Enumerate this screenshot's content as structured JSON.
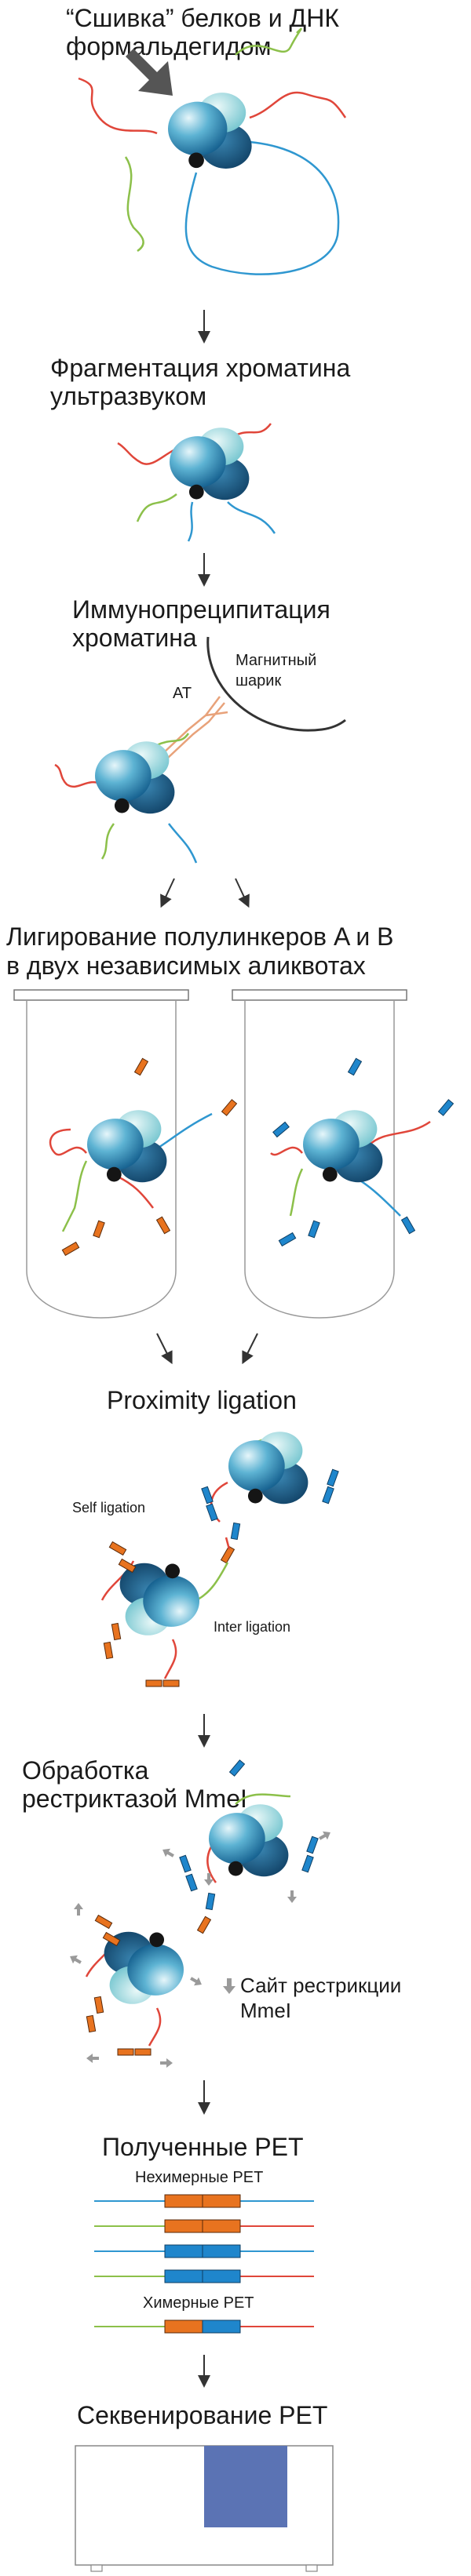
{
  "steps": {
    "s1": {
      "line1": "“Сшивка” белков и ДНК",
      "line2": "формальдегидом"
    },
    "s2": {
      "line1": "Фрагментация хроматина",
      "line2": "ультразвуком"
    },
    "s3": {
      "line1": "Иммунопреципитация",
      "line2": "хроматина",
      "antibody": "AT",
      "bead1": "Магнитный",
      "bead2": "шарик"
    },
    "s4": {
      "line1": "Лигирование полулинкеров A и B",
      "line2": "в двух независимых аликвотах"
    },
    "s5": {
      "title": "Proximity ligation",
      "self": "Self ligation",
      "inter": "Inter ligation"
    },
    "s6": {
      "line1": "Обработка",
      "line2": "рестриктазой MmeI",
      "legend1": "Сайт рестрикции",
      "legend2": "MmeI"
    },
    "s7": {
      "title": "Полученные PET",
      "nonchimeric": "Нехимерные PET",
      "chimeric": "Химерные PET"
    },
    "s8": {
      "title": "Секвенирование PET"
    }
  },
  "colors": {
    "dna_red": "#e0463a",
    "dna_green": "#8cc04a",
    "dna_blue": "#2f97d0",
    "linker_orange": "#e8731f",
    "linker_blue": "#1f86cc",
    "nucleosome_light": "#9fd6df",
    "nucleosome_dark": "#1d5f86",
    "sequencer_well": "#5b73b4"
  },
  "icons": [
    "dark-arrow-icon",
    "down-arrow-icon",
    "restriction-site-arrow-icon"
  ]
}
